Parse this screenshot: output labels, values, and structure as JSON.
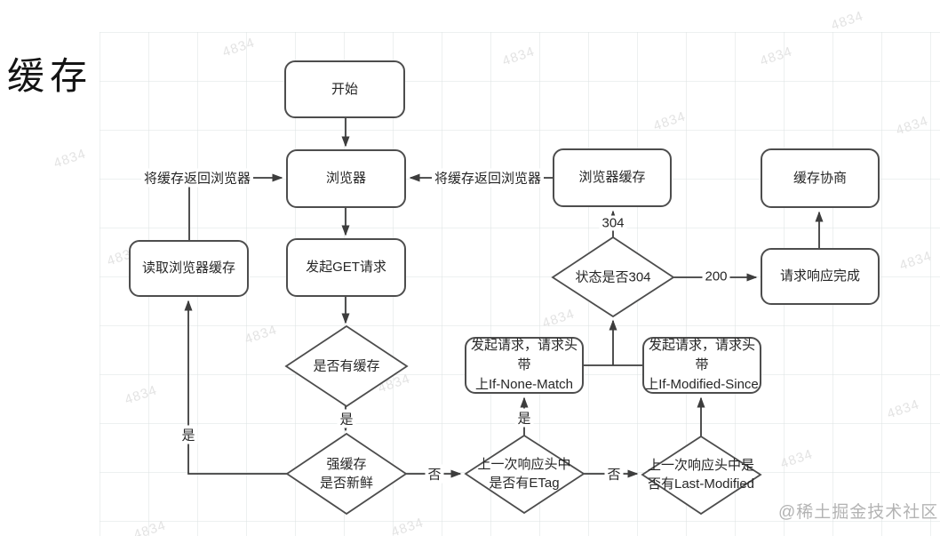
{
  "title": "缓存",
  "credit": "@稀土掘金技术社区",
  "watermark": "4834",
  "nodes": {
    "start": {
      "label": "开始"
    },
    "browser": {
      "label": "浏览器"
    },
    "get_request": {
      "label": "发起GET请求"
    },
    "read_browser_cache": {
      "label": "读取浏览器缓存"
    },
    "browser_cache": {
      "label": "浏览器缓存"
    },
    "cache_negotiation": {
      "label": "缓存协商"
    },
    "response_complete": {
      "label": "请求响应完成"
    },
    "request_if_none_match": {
      "line1": "发起请求，请求头带",
      "line2": "上If-None-Match"
    },
    "request_if_modified_since": {
      "line1": "发起请求，请求头带",
      "line2": "上If-Modified-Since"
    },
    "has_cache": {
      "label": "是否有缓存"
    },
    "strong_cache_fresh": {
      "line1": "强缓存",
      "line2": "是否新鲜"
    },
    "status_is_304": {
      "label": "状态是否304"
    },
    "etag_check": {
      "line1": "上一次响应头中",
      "line2": "是否有ETag"
    },
    "last_modified_check": {
      "line1": "上一次响应头中是",
      "line2": "否有Last-Modified"
    }
  },
  "edge_labels": {
    "return_cache_left": "将缓存返回浏览器",
    "return_cache_right": "将缓存返回浏览器",
    "yes_has_cache": "是",
    "yes_strong_cache": "是",
    "no_strong_cache": "否",
    "yes_etag": "是",
    "no_etag": "否",
    "code_304": "304",
    "code_200": "200"
  },
  "colors": {
    "line": "#3d3d3d",
    "node_border": "#4d4d4d",
    "text": "#262626",
    "grid": "#dee4e4",
    "watermark": "#e3e3e3",
    "credit": "#b3b3b3"
  }
}
